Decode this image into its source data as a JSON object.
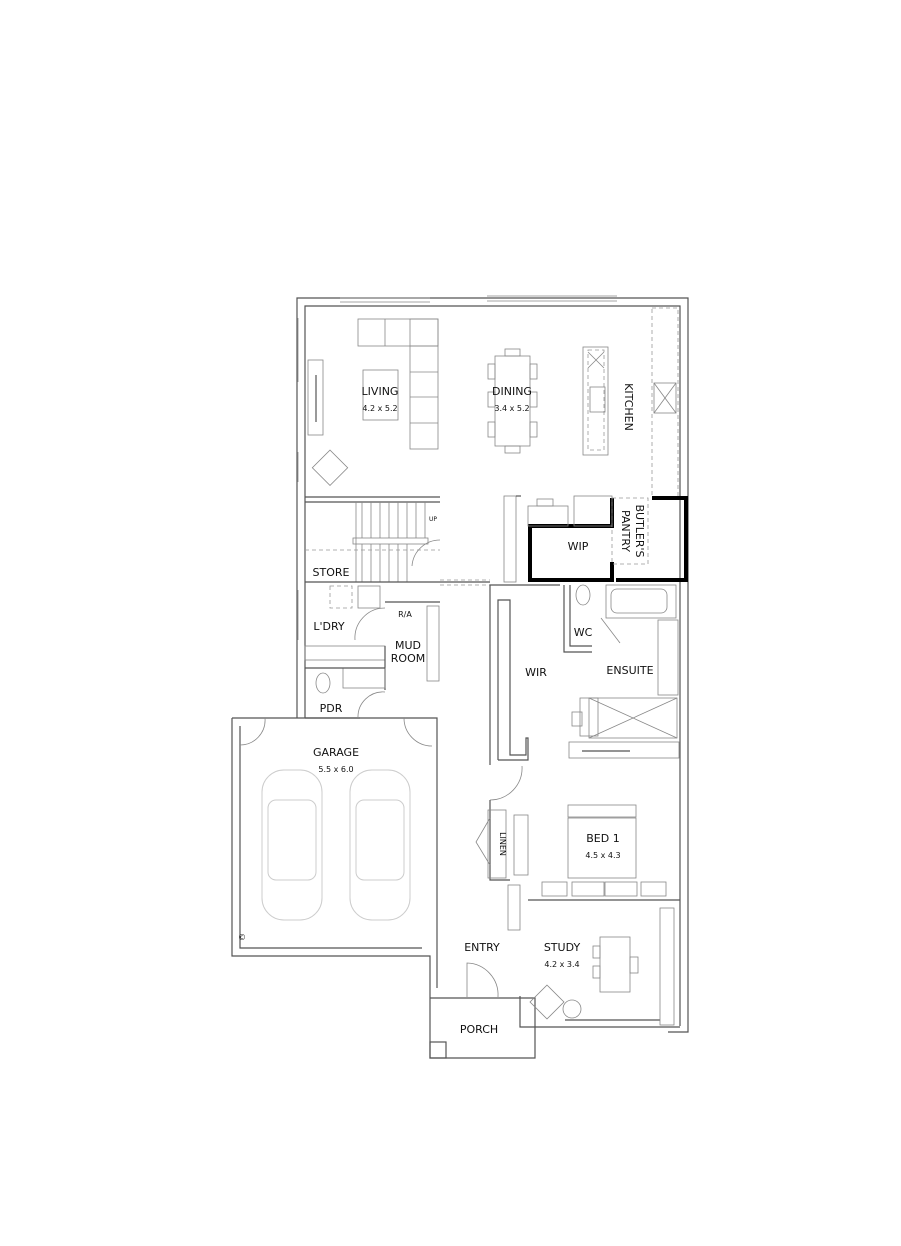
{
  "rooms": {
    "living": {
      "name": "LIVING",
      "size": "4.2 x 5.2"
    },
    "dining": {
      "name": "DINING",
      "size": "3.4 x 5.2"
    },
    "kitchen": {
      "name": "KITCHEN"
    },
    "butlers_pantry": {
      "line1": "BUTLER'S",
      "line2": "PANTRY"
    },
    "wip": {
      "name": "WIP"
    },
    "store": {
      "name": "STORE"
    },
    "laundry": {
      "name": "L'DRY"
    },
    "mud_room": {
      "line1": "MUD",
      "line2": "ROOM"
    },
    "ra": {
      "name": "R/A"
    },
    "pdr": {
      "name": "PDR"
    },
    "wir": {
      "name": "WIR"
    },
    "wc": {
      "name": "WC"
    },
    "ensuite": {
      "name": "ENSUITE"
    },
    "garage": {
      "name": "GARAGE",
      "size": "5.5 x 6.0"
    },
    "linen": {
      "name": "LINEN"
    },
    "bed1": {
      "name": "BED 1",
      "size": "4.5 x 4.3"
    },
    "entry": {
      "name": "ENTRY"
    },
    "study": {
      "name": "STUDY",
      "size": "4.2 x 3.4"
    },
    "porch": {
      "name": "PORCH"
    }
  },
  "stairs": {
    "up_label": "UP"
  },
  "copyright": "©"
}
